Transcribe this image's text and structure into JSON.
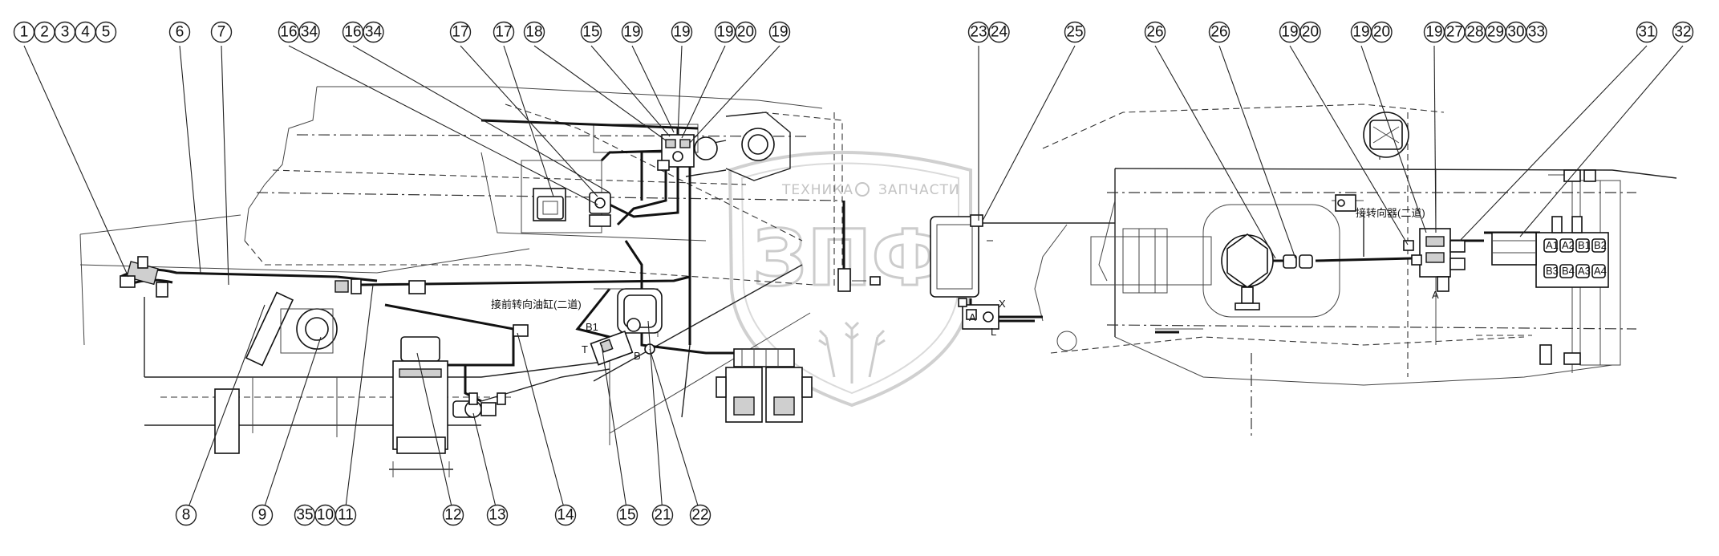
{
  "diagram": {
    "callouts": [
      {
        "id": "c1",
        "labels": [
          "1",
          "2",
          "3",
          "4",
          "5"
        ]
      },
      {
        "id": "c6",
        "labels": [
          "6"
        ]
      },
      {
        "id": "c7",
        "labels": [
          "7"
        ]
      },
      {
        "id": "c16a",
        "labels": [
          "16",
          "34"
        ]
      },
      {
        "id": "c16b",
        "labels": [
          "16",
          "34"
        ]
      },
      {
        "id": "c17a",
        "labels": [
          "17"
        ]
      },
      {
        "id": "c17b",
        "labels": [
          "17"
        ]
      },
      {
        "id": "c18",
        "labels": [
          "18"
        ]
      },
      {
        "id": "c15t",
        "labels": [
          "15"
        ]
      },
      {
        "id": "c19a",
        "labels": [
          "19"
        ]
      },
      {
        "id": "c19b",
        "labels": [
          "19"
        ]
      },
      {
        "id": "c19c",
        "labels": [
          "19",
          "20"
        ]
      },
      {
        "id": "c19d",
        "labels": [
          "19"
        ]
      },
      {
        "id": "c23",
        "labels": [
          "23",
          "24"
        ]
      },
      {
        "id": "c25",
        "labels": [
          "25"
        ]
      },
      {
        "id": "c26a",
        "labels": [
          "26"
        ]
      },
      {
        "id": "c26b",
        "labels": [
          "26"
        ]
      },
      {
        "id": "c19e",
        "labels": [
          "19",
          "20"
        ]
      },
      {
        "id": "c19f",
        "labels": [
          "19",
          "20"
        ]
      },
      {
        "id": "c19g",
        "labels": [
          "19",
          "27",
          "28",
          "29",
          "30",
          "33"
        ]
      },
      {
        "id": "c31",
        "labels": [
          "31"
        ]
      },
      {
        "id": "c32",
        "labels": [
          "32"
        ]
      },
      {
        "id": "c8",
        "labels": [
          "8"
        ]
      },
      {
        "id": "c9",
        "labels": [
          "9"
        ]
      },
      {
        "id": "c35",
        "labels": [
          "35",
          "10",
          "11"
        ]
      },
      {
        "id": "c12",
        "labels": [
          "12"
        ]
      },
      {
        "id": "c13",
        "labels": [
          "13"
        ]
      },
      {
        "id": "c14",
        "labels": [
          "14"
        ]
      },
      {
        "id": "c15b",
        "labels": [
          "15"
        ]
      },
      {
        "id": "c21",
        "labels": [
          "21"
        ]
      },
      {
        "id": "c22",
        "labels": [
          "22"
        ]
      }
    ],
    "port_labels": [
      "B1",
      "T",
      "B",
      "A",
      "X",
      "L",
      "A"
    ],
    "inline_notes": [
      "接前转向油缸(二道)",
      "接转向器(二道)"
    ],
    "valve_block_ports": [
      "A1",
      "A2",
      "B1",
      "B2",
      "B3",
      "B4",
      "A3",
      "A4"
    ]
  },
  "watermark": {
    "line1_left": "ТЕХНИКА",
    "line1_right": "ЗАПЧАСТИ",
    "logo": "ЗПФ"
  }
}
